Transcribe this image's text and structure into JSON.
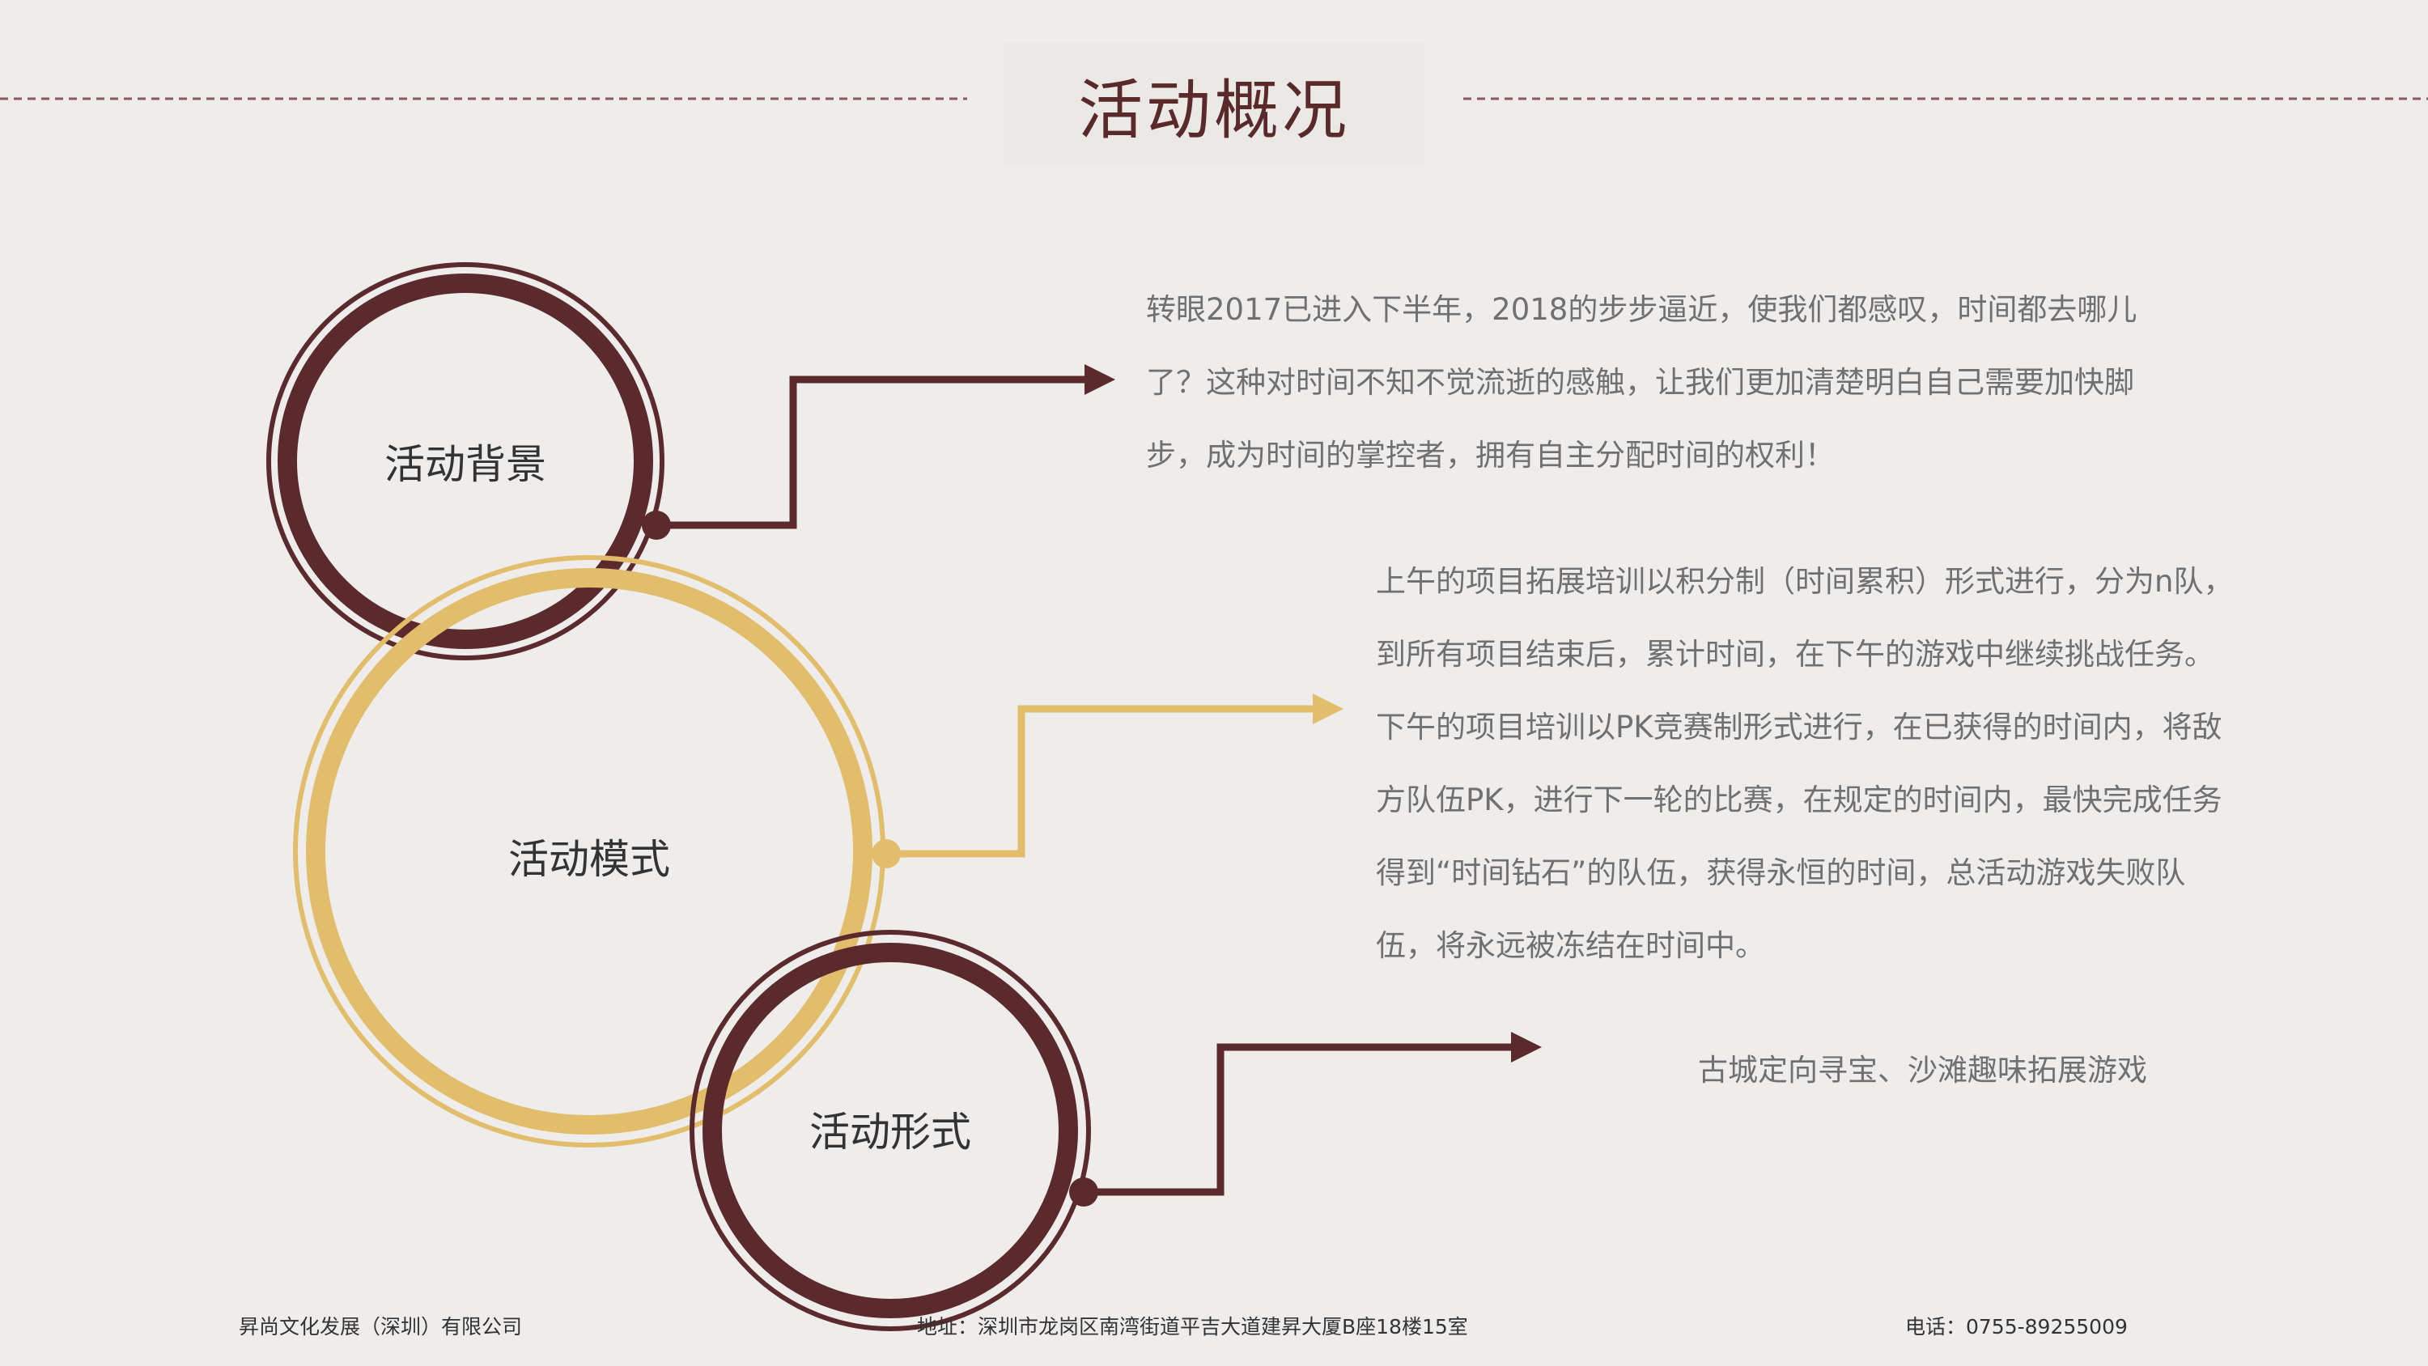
{
  "title": "活动概况",
  "colors": {
    "dark": "#5b2a2c",
    "gold": "#e2bd6c",
    "background": "#efedeb"
  },
  "sections": [
    {
      "label": "活动背景",
      "lines": [
        "转眼2017已进入下半年，2018的步步逼近，使我们都感叹，时间都去哪儿",
        "了？这种对时间不知不觉流逝的感触，让我们更加清楚明白自己需要加快脚",
        "步，成为时间的掌控者，拥有自主分配时间的权利！"
      ]
    },
    {
      "label": "活动模式",
      "lines": [
        "上午的项目拓展培训以积分制（时间累积）形式进行，分为n队，",
        "到所有项目结束后，累计时间，在下午的游戏中继续挑战任务。",
        "下午的项目培训以PK竞赛制形式进行，在已获得的时间内，将敌",
        "方队伍PK，进行下一轮的比赛，在规定的时间内，最快完成任务",
        "得到“时间钻石”的队伍，获得永恒的时间，总活动游戏失败队",
        "伍，将永远被冻结在时间中。"
      ]
    },
    {
      "label": "活动形式",
      "lines": [
        "古城定向寻宝、沙滩趣味拓展游戏"
      ]
    }
  ],
  "footer": {
    "company": "昇尚文化发展（深圳）有限公司",
    "address": "地址：深圳市龙岗区南湾街道平吉大道建昇大厦B座18楼15室",
    "phone": "电话：0755-89255009"
  }
}
